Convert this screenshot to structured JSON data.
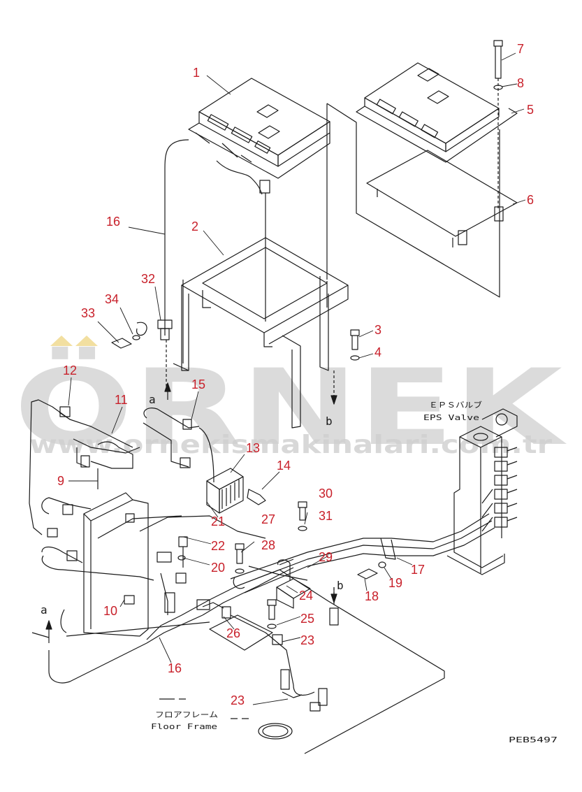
{
  "watermark": {
    "brand": "ÖRNEK",
    "url": "www.ornekismakinalari.com.tr"
  },
  "labels": {
    "eps_valve_jp": "ＥＰＳバルブ",
    "eps_valve_en": "EPS Valve",
    "floor_frame_jp": "フロアフレーム",
    "floor_frame_en": "Floor Frame",
    "drawing_code": "PEB5497",
    "ref_a_top": "a",
    "ref_b_top": "b",
    "ref_a_bottom": "a",
    "ref_b_bottom": "b"
  },
  "callouts": [
    "1",
    "2",
    "3",
    "4",
    "5",
    "6",
    "7",
    "8",
    "9",
    "10",
    "11",
    "12",
    "13",
    "14",
    "15",
    "16",
    "16",
    "17",
    "18",
    "19",
    "20",
    "21",
    "22",
    "23",
    "23",
    "24",
    "25",
    "26",
    "27",
    "28",
    "29",
    "30",
    "31",
    "32",
    "33",
    "34"
  ],
  "colors": {
    "callout": "#c8202a",
    "line": "#1a1a1a",
    "watermark": "#c9c9c9",
    "watermark_accent": "#f2dfa0"
  }
}
